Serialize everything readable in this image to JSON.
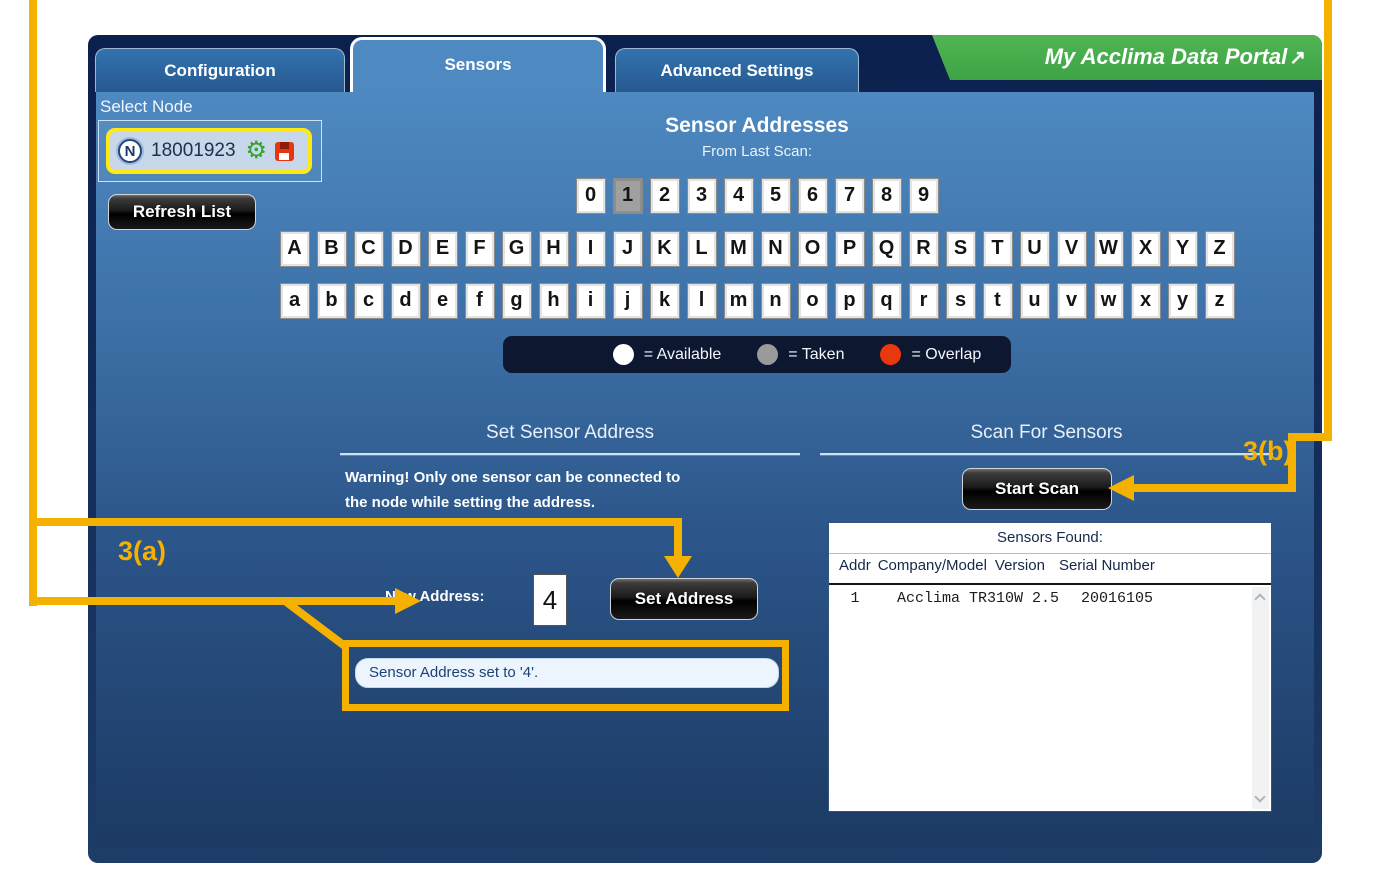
{
  "tabs": {
    "configuration": "Configuration",
    "sensors": "Sensors",
    "advanced": "Advanced Settings",
    "portal": "My Acclima Data Portal",
    "portal_arrow": "↗"
  },
  "node_panel": {
    "label": "Select Node",
    "node_icon_letter": "N",
    "node_id": "18001923",
    "refresh_button": "Refresh List",
    "highlight_color": "#ffe912"
  },
  "addresses": {
    "title": "Sensor Addresses",
    "subtitle": "From Last Scan:",
    "digits": [
      "0",
      "1",
      "2",
      "3",
      "4",
      "5",
      "6",
      "7",
      "8",
      "9"
    ],
    "taken": [
      "1"
    ],
    "uppercase": [
      "A",
      "B",
      "C",
      "D",
      "E",
      "F",
      "G",
      "H",
      "I",
      "J",
      "K",
      "L",
      "M",
      "N",
      "O",
      "P",
      "Q",
      "R",
      "S",
      "T",
      "U",
      "V",
      "W",
      "X",
      "Y",
      "Z"
    ],
    "lowercase": [
      "a",
      "b",
      "c",
      "d",
      "e",
      "f",
      "g",
      "h",
      "i",
      "j",
      "k",
      "l",
      "m",
      "n",
      "o",
      "p",
      "q",
      "r",
      "s",
      "t",
      "u",
      "v",
      "w",
      "x",
      "y",
      "z"
    ],
    "legend": [
      {
        "name": "available",
        "color": "#ffffff",
        "label": "= Available"
      },
      {
        "name": "taken",
        "color": "#9a9a9a",
        "label": "= Taken"
      },
      {
        "name": "overlap",
        "color": "#e8380d",
        "label": "= Overlap"
      }
    ]
  },
  "set_address": {
    "title": "Set Sensor Address",
    "warning_line1": "Warning! Only one sensor can be connected to",
    "warning_line2": "the node while setting the address.",
    "new_address_label": "New Address:",
    "new_address_value": "4",
    "set_button": "Set Address",
    "status_message": "Sensor Address set to '4'."
  },
  "scan": {
    "title": "Scan For Sensors",
    "start_button": "Start Scan",
    "results_title": "Sensors Found:",
    "columns": [
      "Addr",
      "Company/Model",
      "Version",
      "Serial Number"
    ],
    "rows": [
      {
        "addr": "1",
        "model": "Acclima TR310W",
        "version": "2.5",
        "serial": "20016105"
      }
    ]
  },
  "annotations": {
    "label_a": "3(a)",
    "label_b": "3(b)",
    "line_color": "#f5b100"
  }
}
